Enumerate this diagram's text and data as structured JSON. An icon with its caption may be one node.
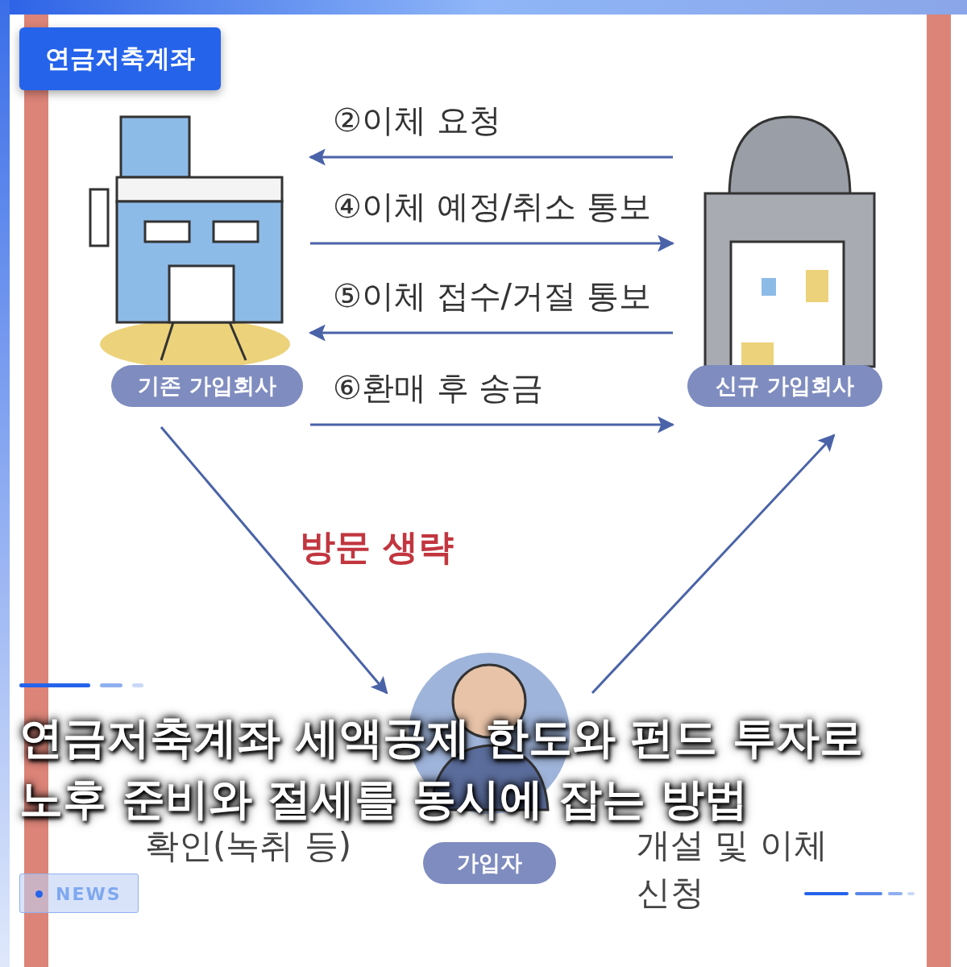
{
  "diagram": {
    "title": "연금저축계좌 세액공제 한도와 펀드 투자로 노후 준비와 절세를 동시에 잡는 방법",
    "nodes": [
      {
        "text": [
          "기존 가입회사"
        ]
      },
      {
        "text": [
          "신규 가입회사"
        ]
      },
      {
        "text": [
          "가입자"
        ]
      }
    ],
    "edges": [
      {
        "from": 1,
        "to": 0,
        "arrow": "to",
        "label": "②이체 요청"
      },
      {
        "from": 0,
        "to": 1,
        "arrow": "to",
        "label": "④이체 예정/취소 통보"
      },
      {
        "from": 1,
        "to": 0,
        "arrow": "to",
        "label": "⑤이체 접수/거절 통보"
      },
      {
        "from": 0,
        "to": 1,
        "arrow": "to",
        "label": "⑥환매 후 송금"
      },
      {
        "from": 0,
        "to": 2,
        "arrow": "to"
      },
      {
        "from": 2,
        "to": 1,
        "arrow": "to"
      }
    ],
    "labels": [
      "연금저축계좌",
      "방문 생략",
      "확인(녹취 등)",
      "개설 및 이체 신청",
      "NEWS"
    ]
  }
}
